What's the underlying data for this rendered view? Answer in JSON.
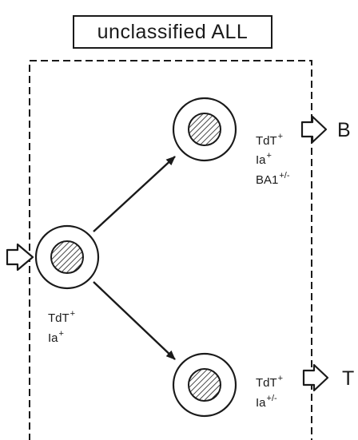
{
  "title": "unclassified ALL",
  "cells": {
    "origin": {
      "markers": [
        {
          "name": "TdT",
          "sup": "+"
        },
        {
          "name": "Ia",
          "sup": "+"
        }
      ]
    },
    "b_branch": {
      "markers": [
        {
          "name": "TdT",
          "sup": "+"
        },
        {
          "name": "Ia",
          "sup": "+"
        },
        {
          "name": "BA1",
          "sup": "+/-"
        }
      ],
      "lineage": "B"
    },
    "t_branch": {
      "markers": [
        {
          "name": "TdT",
          "sup": "+"
        },
        {
          "name": "Ia",
          "sup": "+/-"
        }
      ],
      "lineage": "T"
    }
  },
  "icons": [
    "input-arrow-icon",
    "output-arrow-icon",
    "cell-icon",
    "hatched-nucleus-icon"
  ]
}
